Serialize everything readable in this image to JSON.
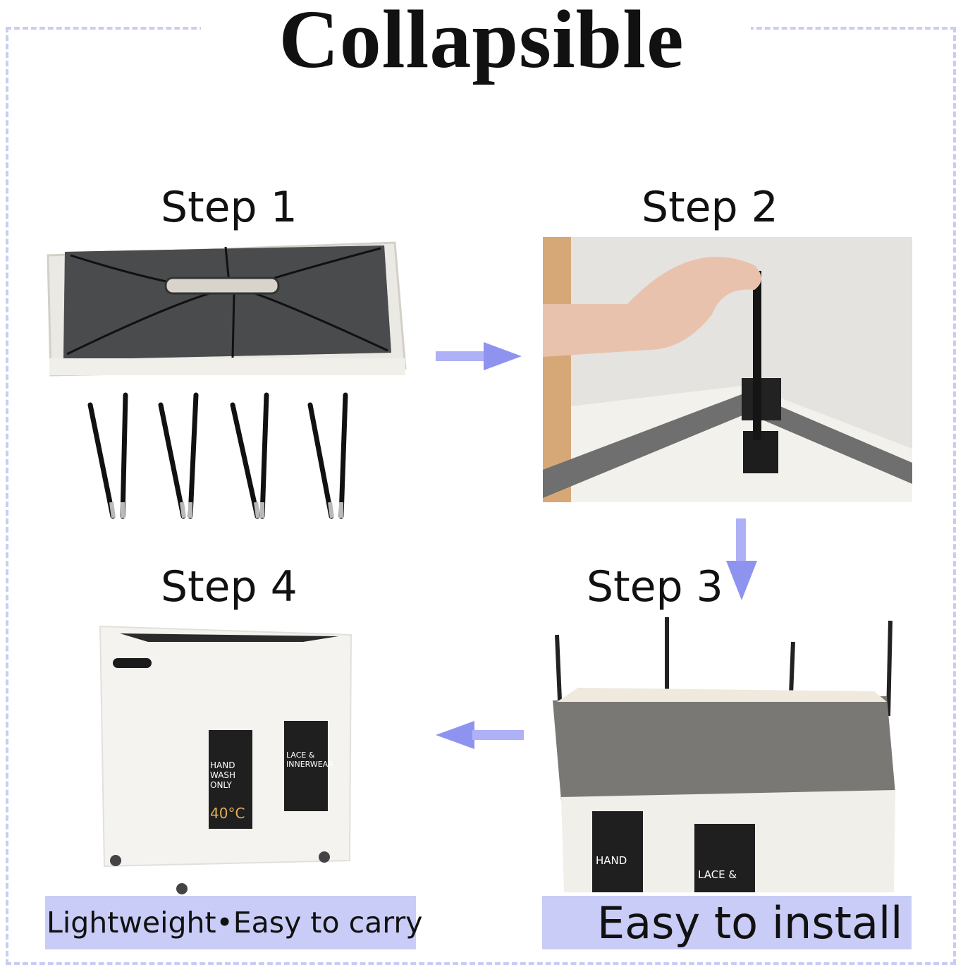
{
  "title": "Collapsible",
  "steps": [
    {
      "label": "Step 1"
    },
    {
      "label": "Step 2"
    },
    {
      "label": "Step 3"
    },
    {
      "label": "Step 4"
    }
  ],
  "captions": {
    "left": "Lightweight•Easy to carry",
    "right": "Easy to install"
  },
  "product_labels": {
    "hand_wash": "HAND",
    "hand_wash_2": "WASH ONLY",
    "temp": "40°C",
    "lace": "LACE &",
    "lace_2": "INNERWEAR"
  },
  "colors": {
    "accent": "#c9ccf6",
    "arrow": "#8f93f0",
    "frame": "#c9cdf3"
  }
}
